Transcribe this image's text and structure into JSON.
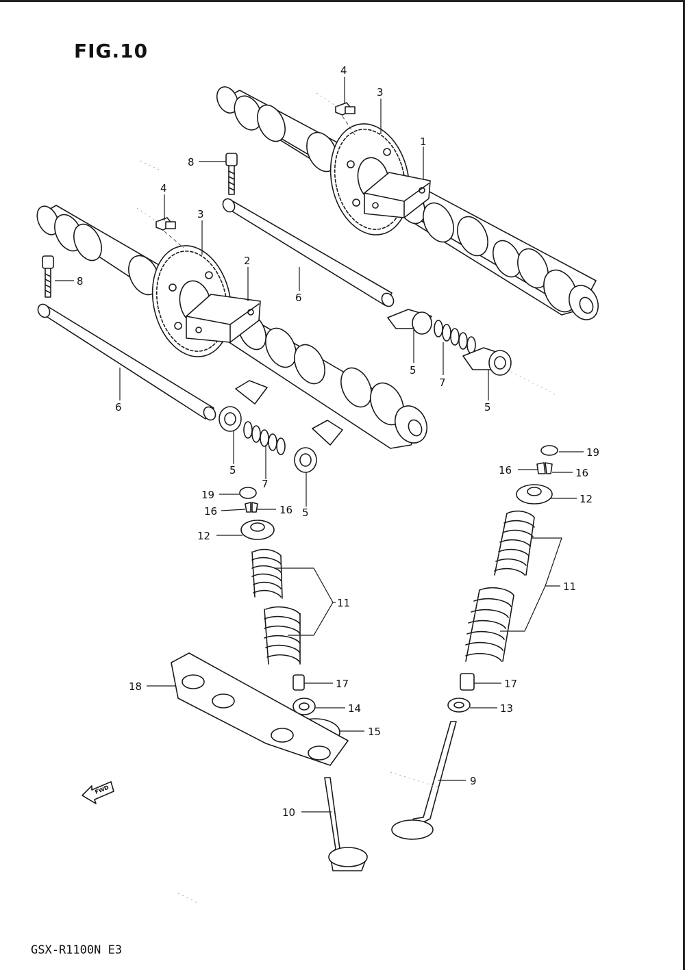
{
  "figure": {
    "title": "FIG.10",
    "model": "GSX-R1100N E3",
    "fwd_marker": "FWD"
  },
  "callouts": [
    {
      "id": "c4a",
      "text": "4"
    },
    {
      "id": "c3a",
      "text": "3"
    },
    {
      "id": "c1",
      "text": "1"
    },
    {
      "id": "c8a",
      "text": "8"
    },
    {
      "id": "c4b",
      "text": "4"
    },
    {
      "id": "c3b",
      "text": "3"
    },
    {
      "id": "c2",
      "text": "2"
    },
    {
      "id": "c8b",
      "text": "8"
    },
    {
      "id": "c6a",
      "text": "6"
    },
    {
      "id": "c6b",
      "text": "6"
    },
    {
      "id": "c5a",
      "text": "5"
    },
    {
      "id": "c7a",
      "text": "7"
    },
    {
      "id": "c5b",
      "text": "5"
    },
    {
      "id": "c5c",
      "text": "5"
    },
    {
      "id": "c7b",
      "text": "7"
    },
    {
      "id": "c5d",
      "text": "5"
    },
    {
      "id": "c19a",
      "text": "19"
    },
    {
      "id": "c16a",
      "text": "16"
    },
    {
      "id": "c16b",
      "text": "16"
    },
    {
      "id": "c12a",
      "text": "12"
    },
    {
      "id": "c11a",
      "text": "11"
    },
    {
      "id": "c17a",
      "text": "17"
    },
    {
      "id": "c14",
      "text": "14"
    },
    {
      "id": "c15",
      "text": "15"
    },
    {
      "id": "c18",
      "text": "18"
    },
    {
      "id": "c10",
      "text": "10"
    },
    {
      "id": "c19b",
      "text": "19"
    },
    {
      "id": "c16c",
      "text": "16"
    },
    {
      "id": "c16d",
      "text": "16"
    },
    {
      "id": "c12b",
      "text": "12"
    },
    {
      "id": "c11b",
      "text": "11"
    },
    {
      "id": "c17b",
      "text": "17"
    },
    {
      "id": "c13",
      "text": "13"
    },
    {
      "id": "c9",
      "text": "9"
    }
  ]
}
